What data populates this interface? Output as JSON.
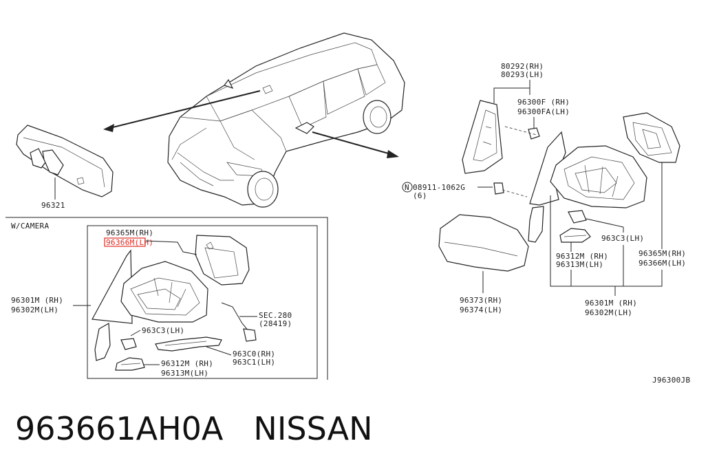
{
  "diagram": {
    "code": "J96300JB",
    "inset_title": "W/CAMERA",
    "labels": {
      "rearview_mirror": "96321",
      "inset_glass_rh": "96365M(RH)",
      "inset_glass_lh": "96366M(LH)",
      "inset_assy_rh": "96301M (RH)",
      "inset_assy_lh": "96302M(LH)",
      "sec_ref": "SEC.280",
      "sec_ref_num": "(28419)",
      "inset_lamp": "963C3(LH)",
      "inset_cover_rh": "963C0(RH)",
      "inset_cover_lh": "963C1(LH)",
      "inset_finisher_rh": "96312M (RH)",
      "inset_finisher_lh": "96313M(LH)",
      "corner_rh": "80292(RH)",
      "corner_lh": "80293(LH)",
      "clip_rh": "96300F (RH)",
      "clip_lh": "96300FA(LH)",
      "nut": "08911-1062G",
      "nut_qty": "(6)",
      "nut_symbol": "N",
      "lamp": "963C3(LH)",
      "finisher_rh": "96312M (RH)",
      "finisher_lh": "96313M(LH)",
      "glass_rh": "96365M(RH)",
      "glass_lh": "96366M(LH)",
      "cap_rh": "96373(RH)",
      "cap_lh": "96374(LH)",
      "assy_rh": "96301M (RH)",
      "assy_lh": "96302M(LH)"
    },
    "highlight_color": "#e0281f"
  },
  "footer": {
    "part_number": "963661AH0A",
    "brand": "NISSAN"
  }
}
